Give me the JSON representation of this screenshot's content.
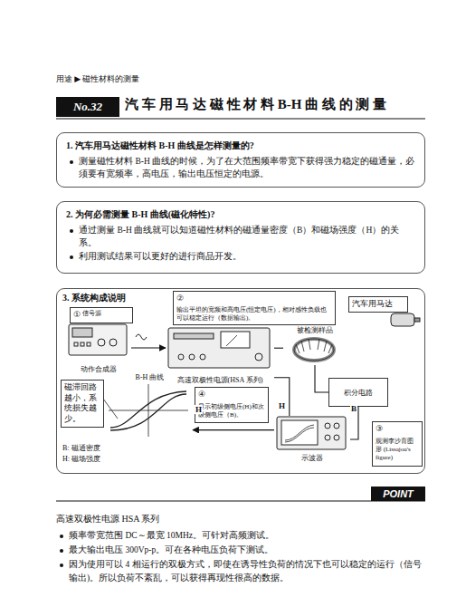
{
  "diagram": {
    "title": "汽 车 用 马 达 磁 性 材 料 B-H 曲 线 的 测 量",
    "nodes": [
      {
        "text": [
          "No.32"
        ]
      },
      {
        "text": [
          "1. 汽车用马达磁性材料 B-H 曲线是怎样测量的?",
          "测量磁性材料 B-H 曲线的时候，为了在大范围频率带宽下获得强力稳定的磁通量，必须要有宽频率，高电压，输出电压恒定的电源。"
        ]
      },
      {
        "text": [
          "2. 为何必需测量 B-H 曲线(磁化特性)?",
          "通过测量 B-H 曲线就可以知道磁性材料的磁通量密度（B）和磁场强度（H）的关系。",
          "利用测试结果可以更好的进行商品开发。"
        ]
      },
      {
        "text": [
          "3. 系统构成说明"
        ]
      },
      {
        "text": [
          "①",
          "信号源"
        ],
        "in": 3
      },
      {
        "text": [
          "动作合成器"
        ],
        "in": 3
      },
      {
        "text": [
          "高速双极性电源(HSA 系列)"
        ],
        "in": 3
      },
      {
        "text": [
          "②",
          "输出平坦的宽频和高电压(恒定电压)，相对感性负载也可以稳定运行（数据输出)。"
        ],
        "in": 3
      },
      {
        "text": [
          "汽车用马达"
        ],
        "in": 3
      },
      {
        "text": [
          "被检测样品"
        ],
        "in": 3
      },
      {
        "text": [
          "积分电路"
        ],
        "in": 3
      },
      {
        "text": [
          "示波器"
        ],
        "in": 3
      },
      {
        "text": [
          "③",
          "观测李沙育图形 (Lissajou's figure)"
        ],
        "in": 3
      },
      {
        "text": [
          "④",
          "显示初级侧电压(H)和次级侧电压（B)。"
        ],
        "in": 3
      },
      {
        "text": [
          "磁滞回路越小，系统损失越少。"
        ],
        "in": 3
      },
      {
        "text": [
          "B-H 曲线"
        ],
        "in": 3
      },
      {
        "text": [
          "POINT"
        ]
      }
    ],
    "edges": [
      {
        "from": 5,
        "to": 6,
        "arrow": "to"
      },
      {
        "from": 6,
        "to": 9,
        "arrow": "none"
      },
      {
        "from": 9,
        "to": 10,
        "arrow": "none"
      },
      {
        "from": 6,
        "to": 11,
        "arrow": "none"
      },
      {
        "from": 10,
        "to": 11,
        "arrow": "none"
      },
      {
        "from": 11,
        "to": 15,
        "arrow": "to"
      }
    ],
    "labels": [
      "用途 ▶ 磁性材料的测量",
      "H",
      "B: 磁通密度",
      "H: 磁场强度",
      "H",
      "B",
      "高速双极性电源 HSA 系列",
      "频率带宽范围 DC～最宽 10MHz。可针对高频测试。",
      "最大输出电压 300Vp-p。可在各种电压负荷下测试。",
      "因为使用可以 4 相运行的双极方式，即使在诱导性负荷的情况下也可以稳定的运行（信号输出)。所以负荷不紊乱，可以获得再现性很高的数据。"
    ]
  }
}
